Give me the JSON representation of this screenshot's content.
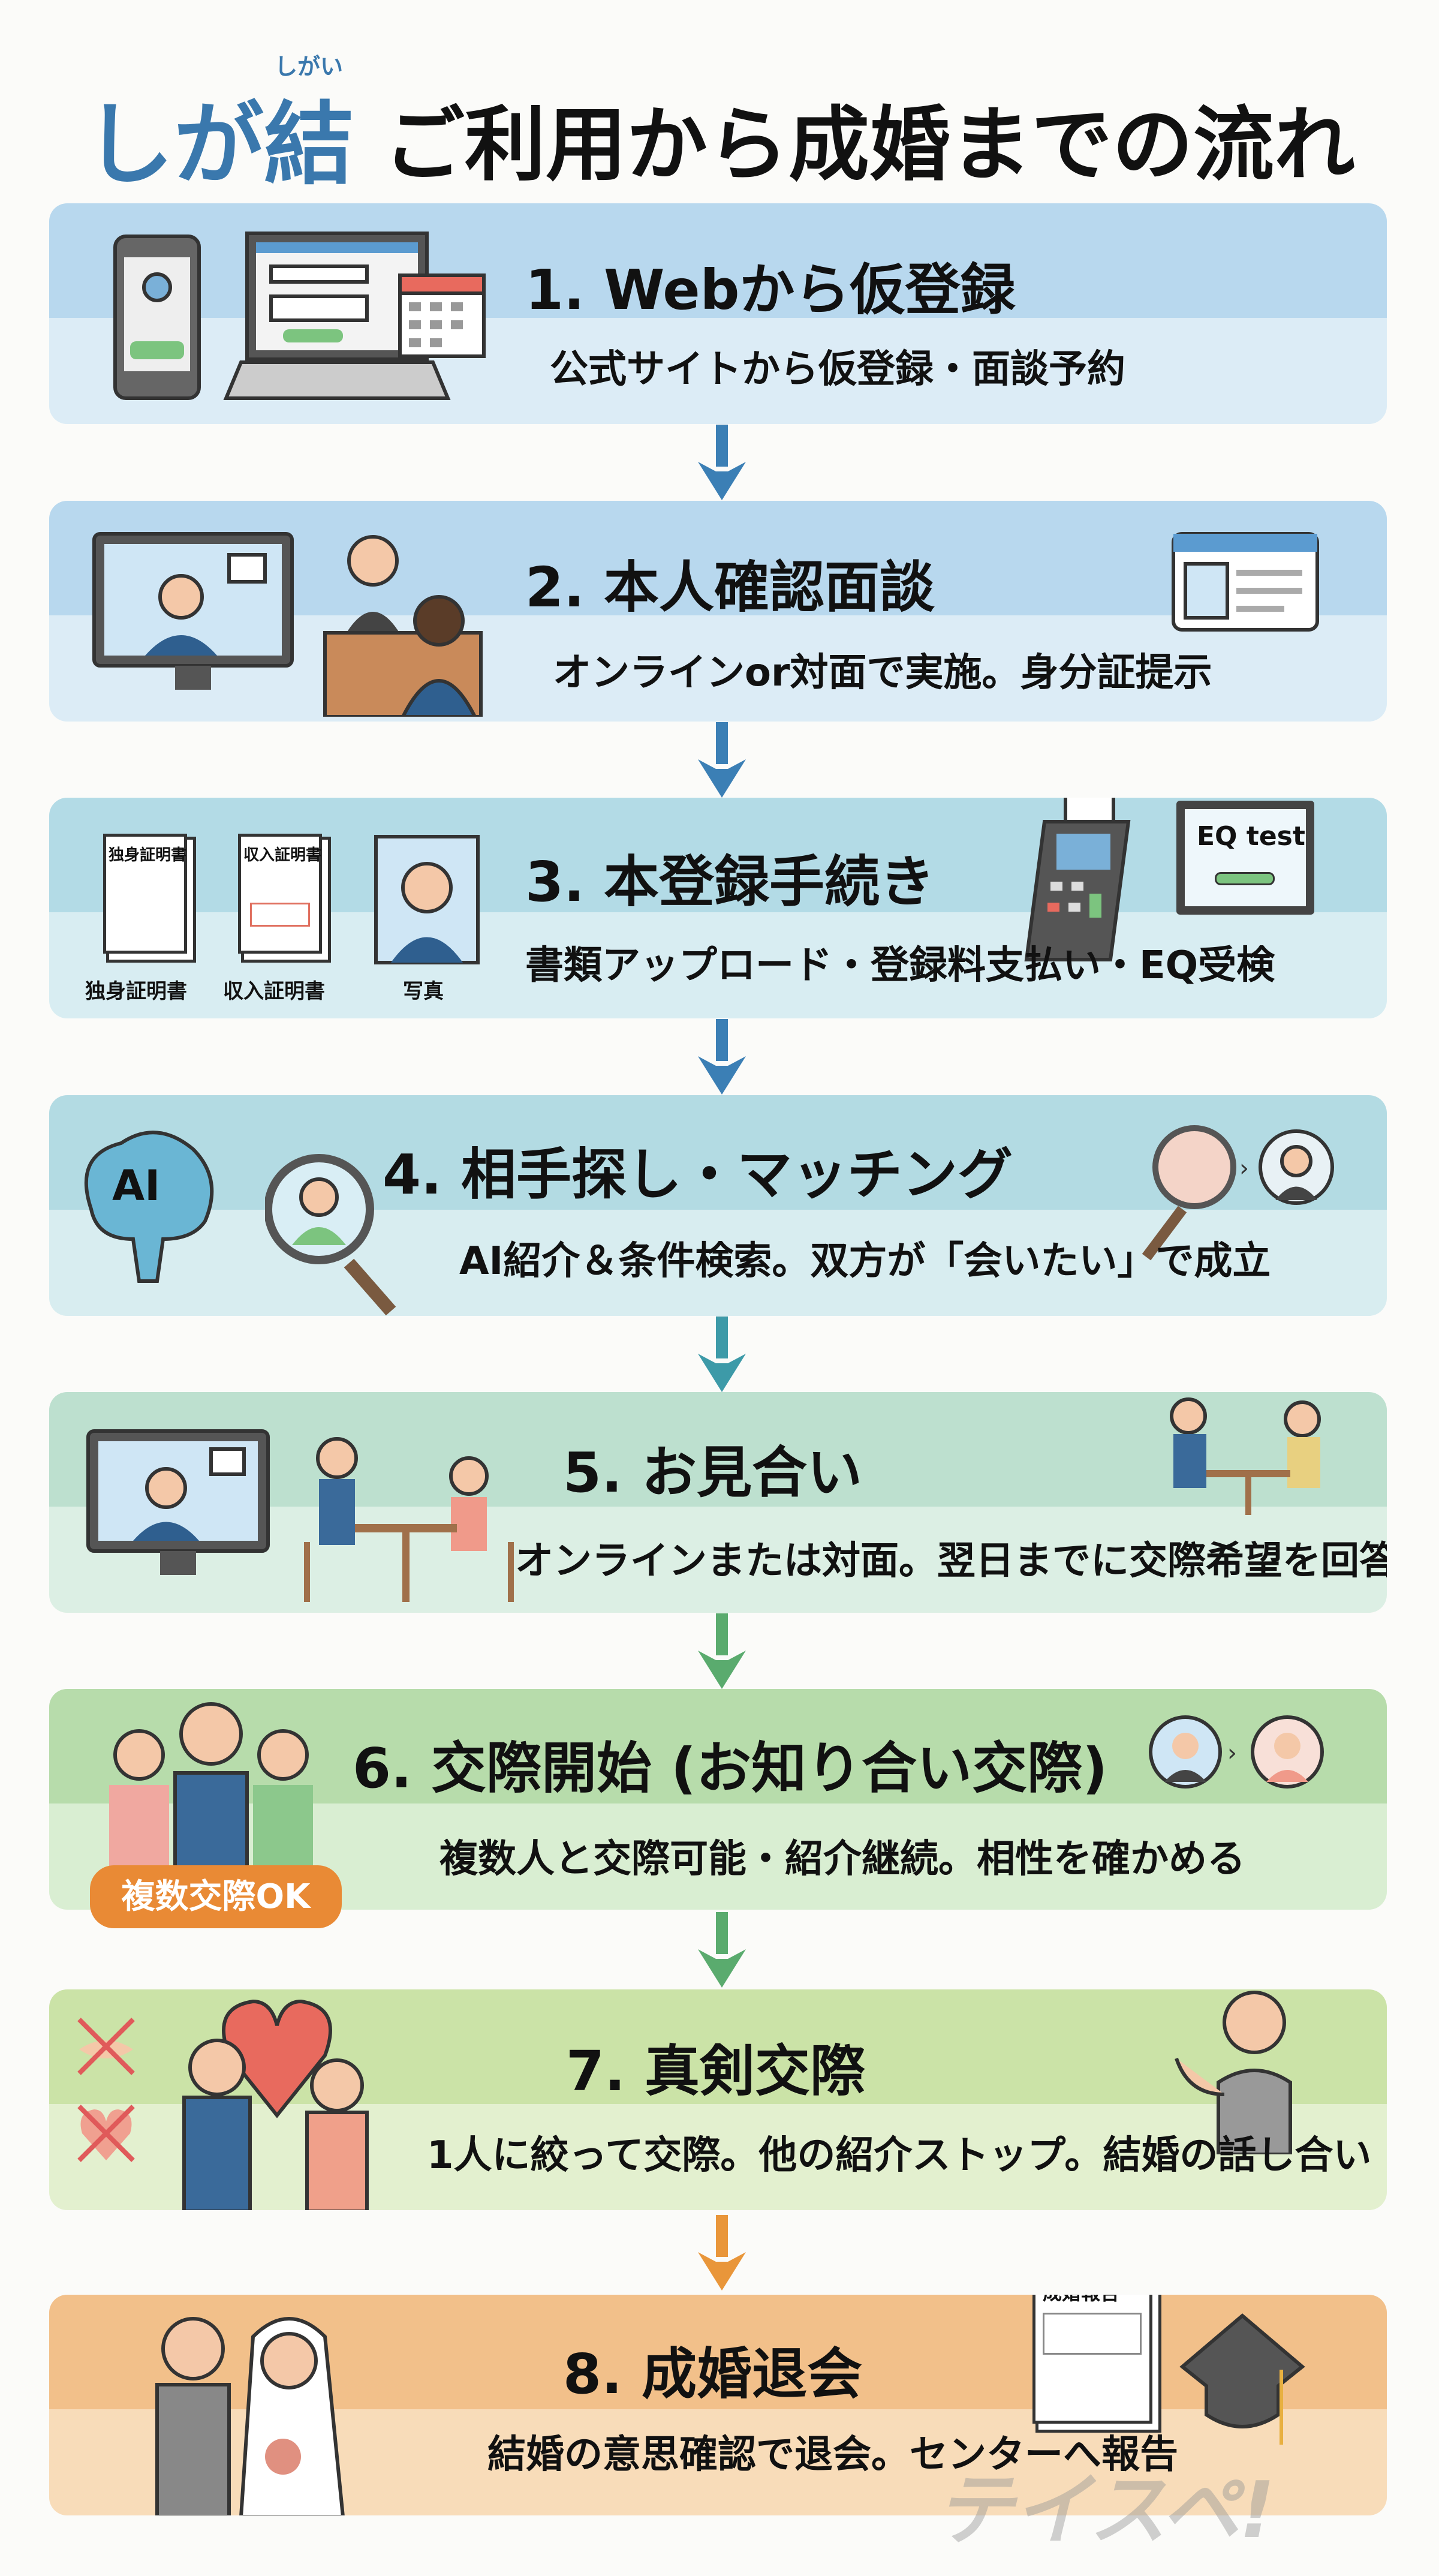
{
  "header": {
    "brand": "しが結",
    "brand_ruby": "しがい",
    "title": "ご利用から成婚までの流れ"
  },
  "colors": {
    "brand": "#3a78ad",
    "arrow_blue": "#3b7fb5",
    "arrow_teal": "#3d9aa8",
    "arrow_green": "#5aab6e",
    "arrow_orange": "#e9963a",
    "badge": "#e98a35"
  },
  "steps": [
    {
      "title": "1. Webから仮登録",
      "desc": "公式サイトから仮登録・面談予約",
      "top": "#b8d8ee",
      "bottom": "#dcecf6",
      "icons": [
        "smartphone-icon",
        "laptop-icon",
        "calendar-icon"
      ]
    },
    {
      "title": "2. 本人確認面談",
      "desc": "オンラインor対面で実施。身分証提示",
      "top": "#b8d8ee",
      "bottom": "#dcecf6",
      "icons": [
        "video-call-monitor-icon",
        "interview-desk-icon",
        "id-card-icon"
      ]
    },
    {
      "title": "3. 本登録手続き",
      "desc": "書類アップロード・登録料支払い・EQ受検",
      "top": "#b3dbe6",
      "bottom": "#d8edf2",
      "icons": [
        "document-icon",
        "certificate-icon",
        "photo-icon",
        "payment-terminal-icon",
        "monitor-icon"
      ],
      "labels": {
        "doc1": "独身証明書",
        "doc2": "収入証明書",
        "photo": "写真",
        "eq": "EQ test"
      }
    },
    {
      "title": "4. 相手探し・マッチング",
      "desc": "AI紹介＆条件検索。双方が「会いたい」で成立",
      "top": "#b3dbe3",
      "bottom": "#d8edf0",
      "icons": [
        "ai-brain-icon",
        "magnifier-person-icon",
        "match-profiles-icon"
      ],
      "labels": {
        "ai": "AI"
      }
    },
    {
      "title": "5. お見合い",
      "desc": "オンラインまたは対面。翌日までに交際希望を回答",
      "top": "#bde0cf",
      "bottom": "#dcefe4",
      "icons": [
        "video-call-monitor-icon",
        "cafe-meeting-icon",
        "cafe-meeting-icon"
      ]
    },
    {
      "title": "6. 交際開始 (お知り合い交際)",
      "desc": "複数人と交際可能・紹介継続。相性を確かめる",
      "top": "#b7dcab",
      "bottom": "#d9eed2",
      "icons": [
        "group-people-icon",
        "profile-switch-icon"
      ],
      "labels": {
        "badge": "複数交際OK"
      }
    },
    {
      "title": "7. 真剣交際",
      "desc": "1人に絞って交際。他の紹介ストップ。結婚の話し合い",
      "top": "#cbe3a7",
      "bottom": "#e3f0cf",
      "icons": [
        "crossed-handshake-icon",
        "crossed-heart-icon",
        "couple-heart-icon",
        "advisor-icon"
      ]
    },
    {
      "title": "8. 成婚退会",
      "desc": "結婚の意思確認で退会。センターへ報告",
      "top": "#f2c08a",
      "bottom": "#f8dcb9",
      "icons": [
        "wedding-couple-icon",
        "report-document-icon",
        "graduation-cap-icon"
      ],
      "labels": {
        "report": "成婚報告"
      }
    }
  ],
  "watermark": "テイスペ!"
}
